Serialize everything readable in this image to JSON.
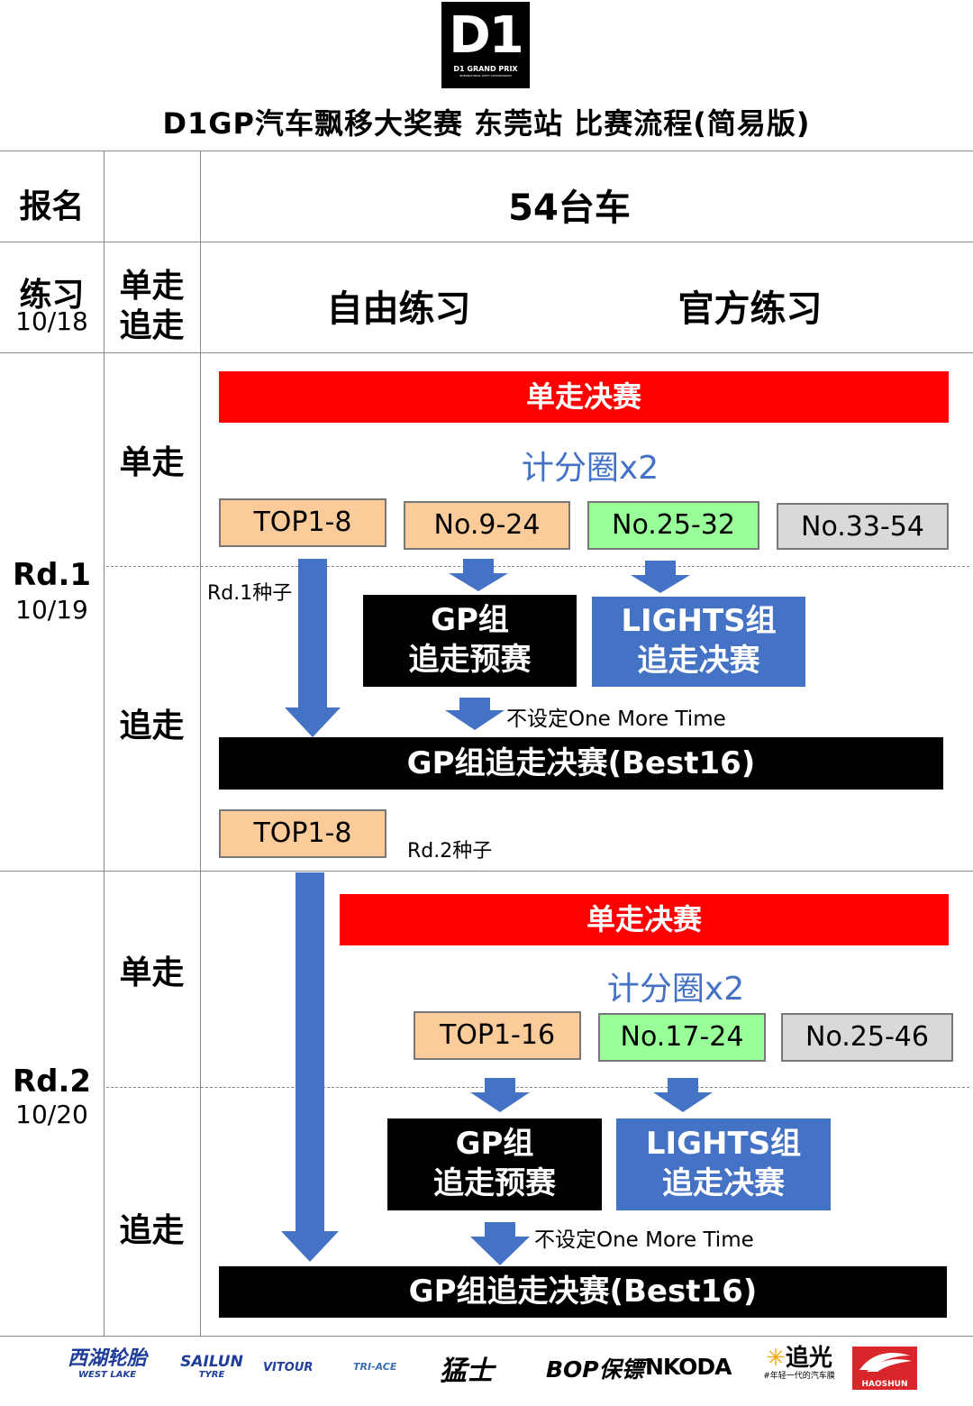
{
  "logo": {
    "mark": "D1",
    "name": "D1 GRAND PRIX",
    "tagline": "INTERNATIONAL DRIFT CHAMPIONSHIP"
  },
  "title": "D1GP汽车飘移大奖赛 东莞站 比赛流程(简易版)",
  "registration": {
    "label": "报名",
    "value": "54台车"
  },
  "practice": {
    "label": "练习",
    "date": "10/18",
    "mode_line1": "单走",
    "mode_line2": "追走",
    "free": "自由练习",
    "official": "官方练习"
  },
  "rd1": {
    "label": "Rd.1",
    "date": "10/19",
    "solo_label": "单走",
    "chase_label": "追走",
    "final_bar": "单走决赛",
    "score_text": "计分圈x2",
    "groups": [
      "TOP1-8",
      "No.9-24",
      "No.25-32",
      "No.33-54"
    ],
    "seed_note": "Rd.1种子",
    "gp_prelim_line1": "GP组",
    "gp_prelim_line2": "追走预赛",
    "lights_line1": "LIGHTS组",
    "lights_line2": "追走决赛",
    "omt_note": "不设定One More Time",
    "chase_final": "GP组追走决赛(Best16)",
    "top_box": "TOP1-8",
    "seed_note2": "Rd.2种子"
  },
  "rd2": {
    "label": "Rd.2",
    "date": "10/20",
    "solo_label": "单走",
    "chase_label": "追走",
    "final_bar": "单走决赛",
    "score_text": "计分圈x2",
    "groups": [
      "TOP1-16",
      "No.17-24",
      "No.25-46"
    ],
    "gp_prelim_line1": "GP组",
    "gp_prelim_line2": "追走预赛",
    "lights_line1": "LIGHTS组",
    "lights_line2": "追走决赛",
    "omt_note": "不设定One More Time",
    "chase_final": "GP组追走决赛(Best16)"
  },
  "sponsors": [
    "西湖轮胎",
    "WEST LAKE",
    "SAILUN",
    "TYRE",
    "VITOUR",
    "TRI-ACE",
    "猛士",
    "BOP保镖",
    "NKODA",
    "追光",
    "#年轻一代的汽车膜",
    "HAOSHUN"
  ],
  "colors": {
    "red": "#ff0000",
    "blue": "#4472c4",
    "orange": "#fbcb9a",
    "green": "#99ff99",
    "grey": "#d9d9d9"
  }
}
